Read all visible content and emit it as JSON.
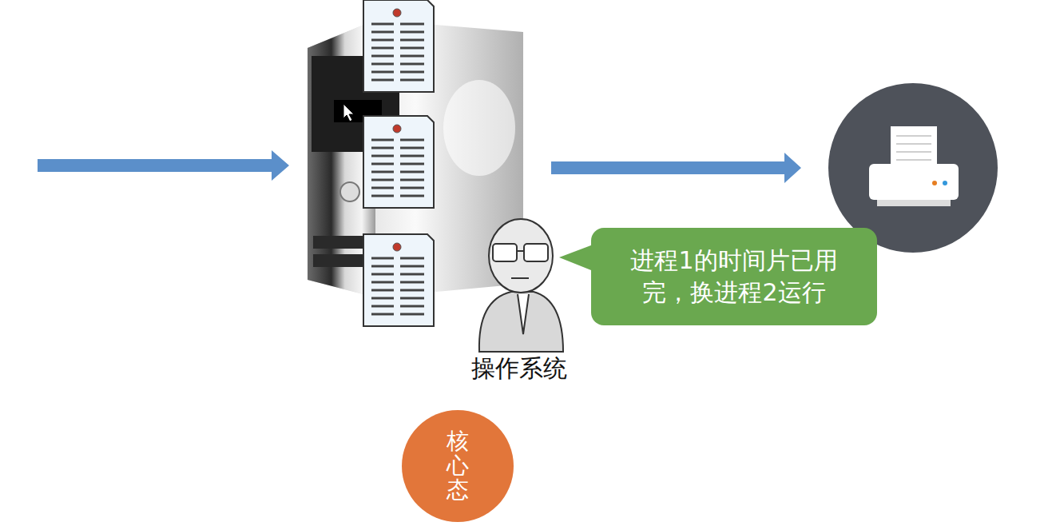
{
  "diagram": {
    "nodes": [
      {
        "text": [
          "进程1的时间片已用 完，换进程2运行"
        ]
      },
      {
        "text": [
          "核心态"
        ]
      }
    ],
    "labels": [
      "操作系统"
    ]
  }
}
